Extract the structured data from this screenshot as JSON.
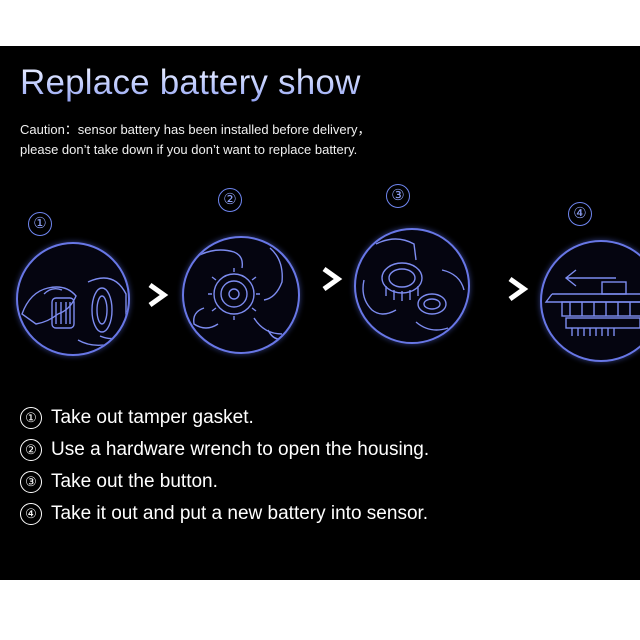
{
  "title": "Replace battery show",
  "caution": {
    "line1": "Caution：sensor battery has been installed before delivery，",
    "line2": "please don’t take down if you don’t want to replace battery."
  },
  "steps": [
    {
      "marker": "①"
    },
    {
      "marker": "②"
    },
    {
      "marker": "③"
    },
    {
      "marker": "④"
    }
  ],
  "instructions": [
    {
      "marker": "①",
      "text": "Take out tamper gasket."
    },
    {
      "marker": "②",
      "text": "Use a hardware wrench to open the housing."
    },
    {
      "marker": "③",
      "text": "Take out the button."
    },
    {
      "marker": "④",
      "text": "Take it out  and put a new battery into sensor."
    }
  ],
  "colors": {
    "background": "#000000",
    "accent": "#6877e6",
    "title_gradient": [
      "#f4f6ff",
      "#8f9ff0"
    ],
    "text": "#ffffff"
  },
  "icons": [
    "circled-number-icon",
    "next-step-arrow-icon",
    "step-illustration"
  ]
}
